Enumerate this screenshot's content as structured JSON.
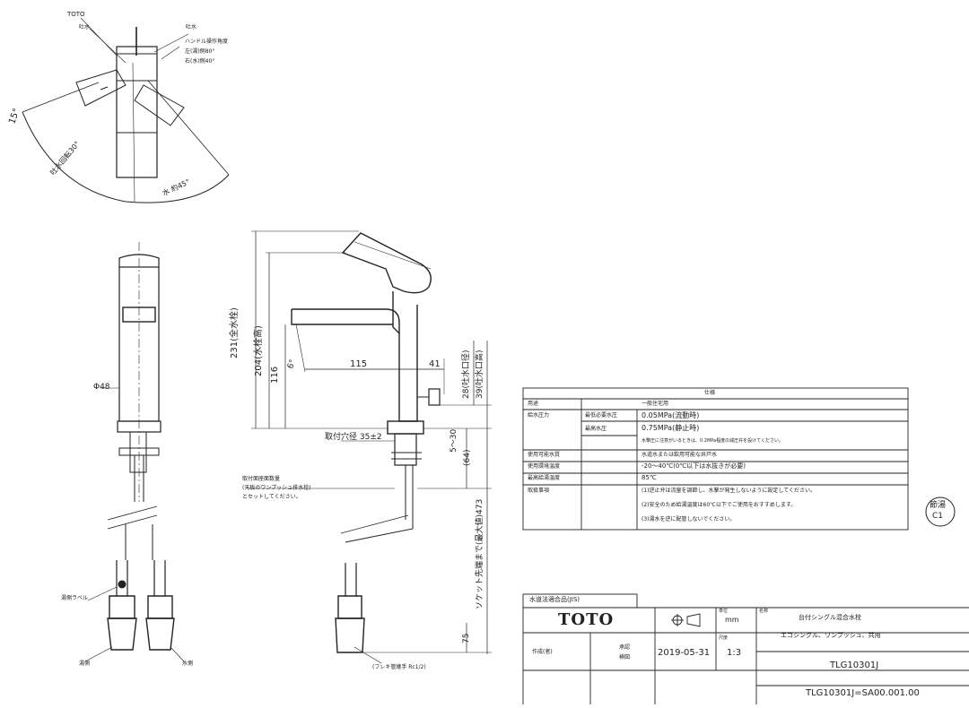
{
  "top_view": {
    "brand_label": "TOTO",
    "label_a": "吐水",
    "label_b": "吐水",
    "handle_title": "ハンドル操作角度",
    "left_angle": "左(湯)側80°",
    "right_angle": "右(水)側40°",
    "angle_left": "15°",
    "angle_mid": "吐水回転30°",
    "angle_right": "水 約45°"
  },
  "front_view": {
    "diameter": "Φ48",
    "label_hot": "湯側ラベル",
    "label_hot_side": "湯側",
    "label_cold_side": "水側"
  },
  "side_view": {
    "dim_231": "231(全水栓)",
    "dim_204": "204(水栓高)",
    "dim_116": "116",
    "dim_115": "115",
    "dim_41": "41",
    "dim_28": "28(吐水口径)",
    "dim_39": "39(吐水口高)",
    "angle_6": "6°",
    "mount_hole": "取付穴径 35±2",
    "dim_5_30": "5〜30",
    "dim_64": "(64)",
    "dim_473": "ソケット先端まで(最大値)473",
    "dim_75": "75",
    "note_line1": "取付面座面数量",
    "note_line2": "(天板のワンプッシュ排水栓)",
    "note_line3": "とセットしてください。",
    "flex_note": "(フレキ管継手 Rc1/2)"
  },
  "spec_table": {
    "header": "仕様",
    "rows": [
      {
        "label": "用途",
        "sub": "",
        "value": "一般住宅用"
      },
      {
        "label": "給水圧力",
        "sub": "最低必要水圧",
        "value": "0.05MPa(流動時)"
      },
      {
        "label": "",
        "sub": "最高水圧",
        "value": "0.75MPa(静止時)"
      },
      {
        "label": "",
        "sub": "",
        "value": "水撃圧に注意がいるときは、0.2MPa程度の減圧弁を設けてください。"
      },
      {
        "label": "使用可能水質",
        "sub": "",
        "value": "水道水または飲用可能な井戸水"
      },
      {
        "label": "使用環境温度",
        "sub": "",
        "value": "-20〜40℃(0℃以下は水抜きが必要)"
      },
      {
        "label": "最高給湯温度",
        "sub": "",
        "value": "85℃"
      },
      {
        "label": "取扱事項",
        "sub": "",
        "value": "(1)逆止弁は流量を調節し、水撃が発生しないように設定してください。"
      },
      {
        "label": "",
        "sub": "",
        "value": "(2)安全のため給湯温度は60℃以下でご使用をおすすめします。"
      },
      {
        "label": "",
        "sub": "",
        "value": "(3)湯水を逆に配管しないでください。"
      }
    ]
  },
  "stamp": {
    "line1": "節湯",
    "line2": "C1"
  },
  "title_block": {
    "jis_label": "水道法適合品(JIS)",
    "brand": "TOTO",
    "drawn_label": "作成(者)",
    "check_label1": "承認",
    "check_label2": "検図",
    "date": "2019-05-31",
    "scale_label": "尺度",
    "scale": "1:3",
    "unit_label": "単位",
    "unit": "mm",
    "name_label": "名称",
    "product_name": "台付シングル混合水栓",
    "product_sub": "エコシングル、ワンプッシュ、共用",
    "model": "TLG10301J",
    "doc_number": "TLG10301J=SA00.001.00"
  }
}
